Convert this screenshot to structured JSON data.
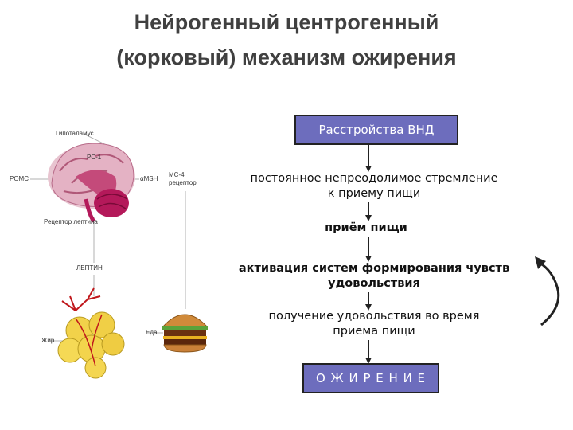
{
  "title": {
    "line1": "Нейрогенный центрогенный",
    "line2": "(корковый) механизм ожирения"
  },
  "figure_labels": {
    "hypothalamus": "Гипоталамус",
    "pc1": "PC-1",
    "pomc": "POMC",
    "amsh": "αMSH",
    "mc4_line1": "MC-4",
    "mc4_line2": "рецептор",
    "leptin_receptor": "Рецептор лептина",
    "leptin": "ЛЕПТИН",
    "fat": "Жир",
    "food": "Еда"
  },
  "flow": {
    "top_box": "Расстройства ВНД",
    "step1": {
      "line1": "постоянное непреодолимое стремление",
      "line2": "к приему пищи"
    },
    "step2": "приём пищи",
    "step3": {
      "line1": "активация систем формирования чувств",
      "line2": "удовольствия"
    },
    "step4": {
      "line1": "получение удовольствия во время",
      "line2": "приема пищи"
    },
    "bottom_box": "О Ж И Р Е Н И Е"
  },
  "colors": {
    "box_fill": "#6d6dbd",
    "box_text": "#ffffff",
    "title_text": "#404040",
    "arrow": "#222222"
  }
}
